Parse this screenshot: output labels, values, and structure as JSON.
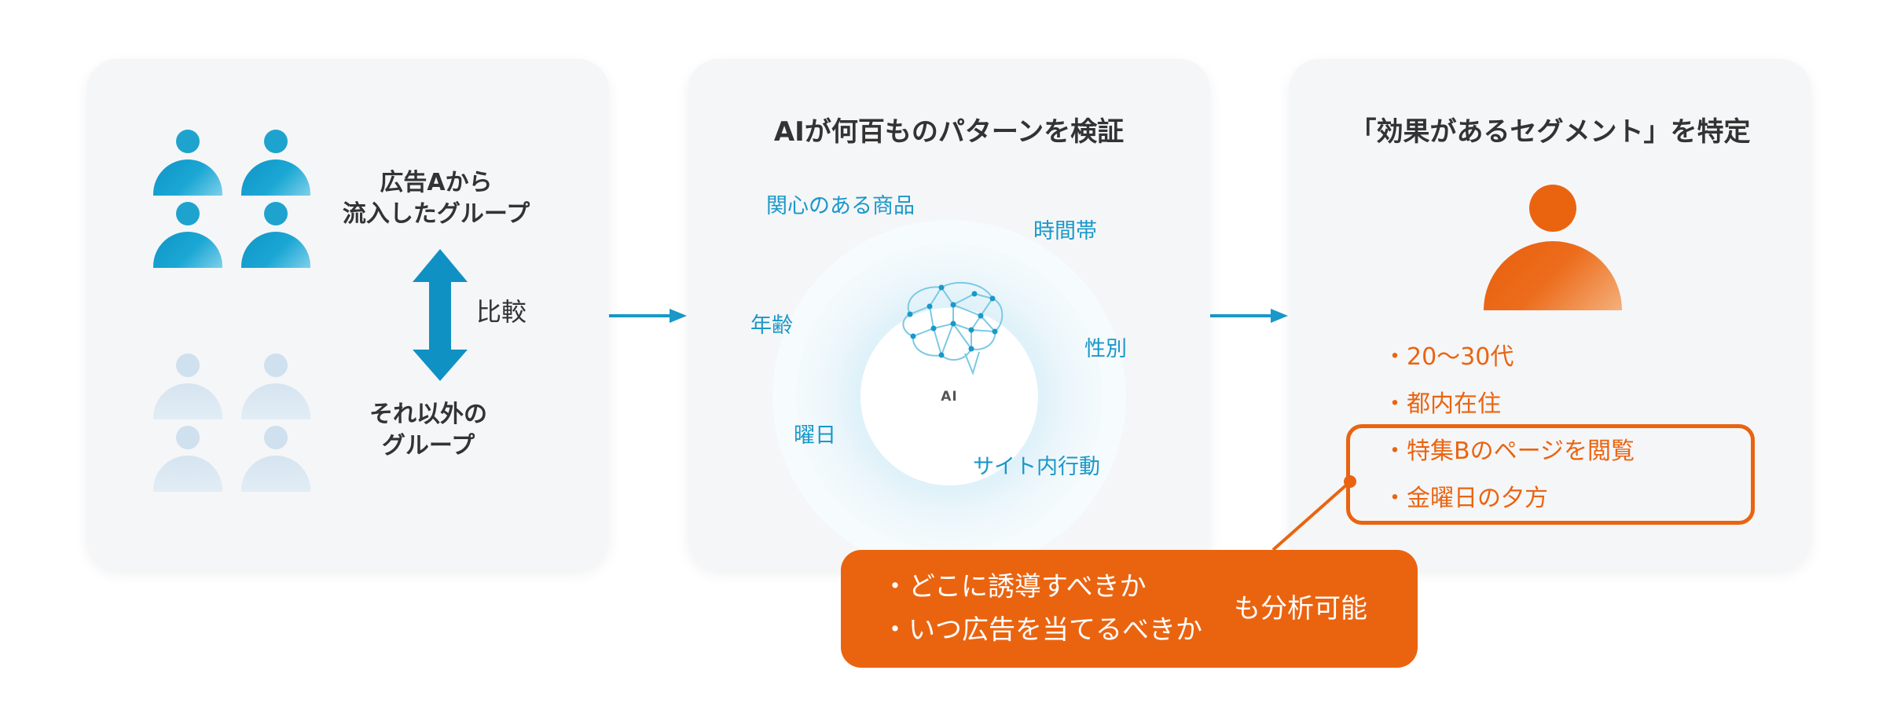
{
  "colors": {
    "blue": "#1ea3cf",
    "pale_blue": "#cfe0ee",
    "orange": "#ea6410",
    "panel_bg": "#f5f6f8",
    "text_dark": "#333333",
    "feature_blue": "#1a98c9"
  },
  "left_panel": {
    "group_a_line1": "広告Aから",
    "group_a_line2": "流入したグループ",
    "compare_label": "比較",
    "others_line1": "それ以外の",
    "others_line2": "グループ",
    "icons": [
      "person-icon",
      "double-arrow-icon"
    ]
  },
  "middle_panel": {
    "title": "AIが何百ものパターンを検証",
    "center_label": "AI",
    "features": {
      "interest": "関心のある商品",
      "time": "時間帯",
      "age": "年齢",
      "gender": "性別",
      "weekday": "曜日",
      "behavior": "サイト内行動"
    },
    "icons": [
      "brain-icon"
    ]
  },
  "right_panel": {
    "title": "「効果があるセグメント」を特定",
    "bullets": [
      "・20〜30代",
      "・都内在住",
      "・特集Bのページを閲覧",
      "・金曜日の夕方"
    ],
    "icons": [
      "person-icon"
    ]
  },
  "callout": {
    "line1": "・どこに誘導すべきか",
    "line2": "・いつ広告を当てるべきか",
    "tail": "も分析可能"
  }
}
